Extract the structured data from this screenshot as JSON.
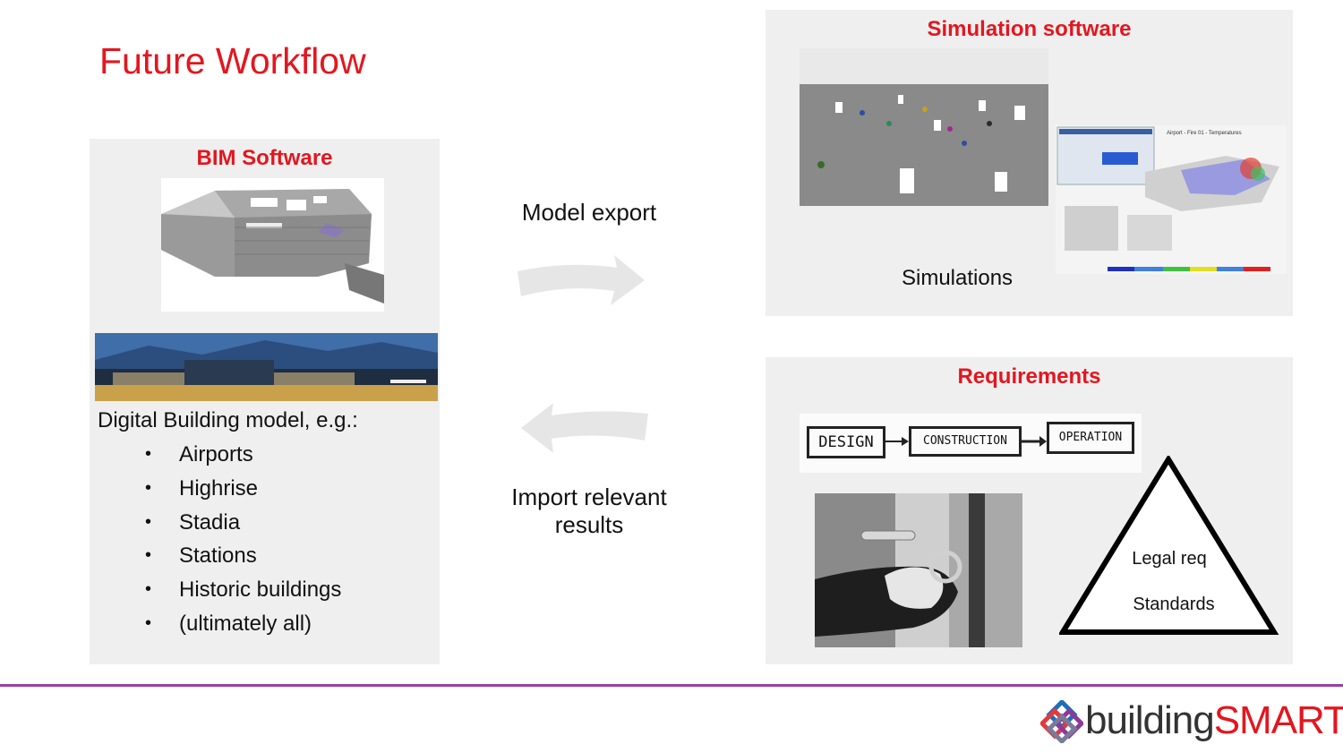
{
  "slide": {
    "title": "Future Workflow"
  },
  "bim_panel": {
    "title": "BIM Software",
    "description": "Digital Building model, e.g.:",
    "examples": [
      "Airports",
      "Highrise",
      "Stadia",
      "Stations",
      "Historic buildings",
      "(ultimately all)"
    ]
  },
  "flow": {
    "export_label": "Model export",
    "import_label_line1": "Import relevant",
    "import_label_line2": "results"
  },
  "simulation_panel": {
    "title": "Simulation software",
    "caption": "Simulations",
    "plot_title": "Airport - Fire 01 - Temperatures"
  },
  "requirements_panel": {
    "title": "Requirements",
    "stages": [
      "DESIGN",
      "CONSTRUCTION",
      "OPERATION"
    ],
    "triangle_labels": [
      "Legal req",
      "Standards"
    ]
  },
  "footer": {
    "logo_part1": "building",
    "logo_part2": "SMART",
    "registered_mark": "®"
  },
  "colors": {
    "accent_red": "#e3161f",
    "footer_line": "#9b3fa8",
    "panel_bg": "#efefef"
  }
}
